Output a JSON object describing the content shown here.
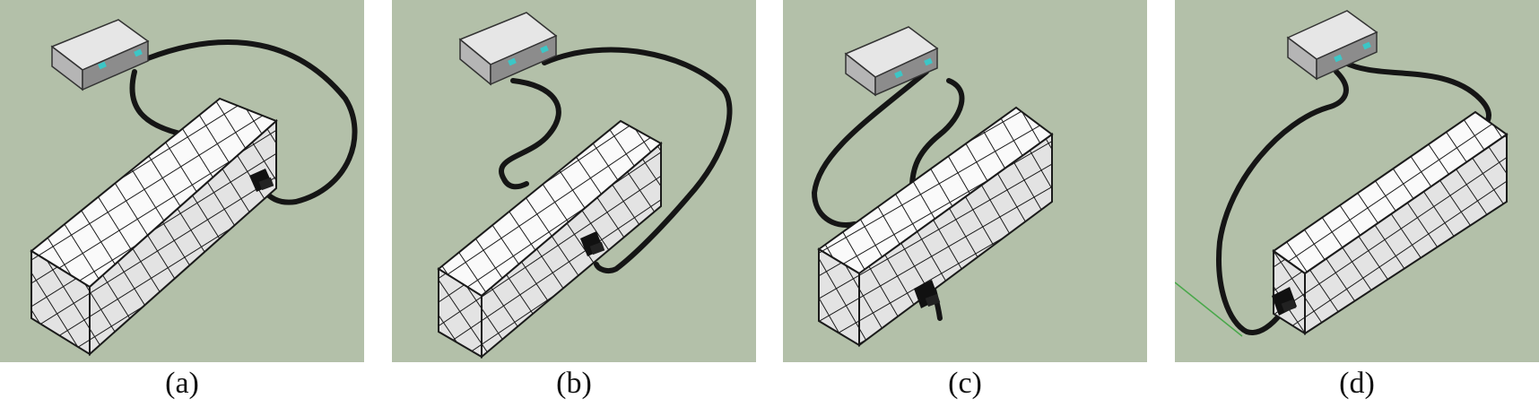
{
  "figure": {
    "panels": [
      {
        "id": "a",
        "caption": "(a)"
      },
      {
        "id": "b",
        "caption": "(b)"
      },
      {
        "id": "c",
        "caption": "(c)"
      },
      {
        "id": "d",
        "caption": "(d)"
      }
    ]
  },
  "colors": {
    "background": "#b3c0a9",
    "cube_face": "#fafafa",
    "cube_side": "#e3e3e3",
    "grid_line": "#1a1a1a",
    "cable": "#151515",
    "device_top": "#e6e6e6",
    "device_front": "#8c8c8c",
    "port_accent": "#3cc6c6"
  }
}
